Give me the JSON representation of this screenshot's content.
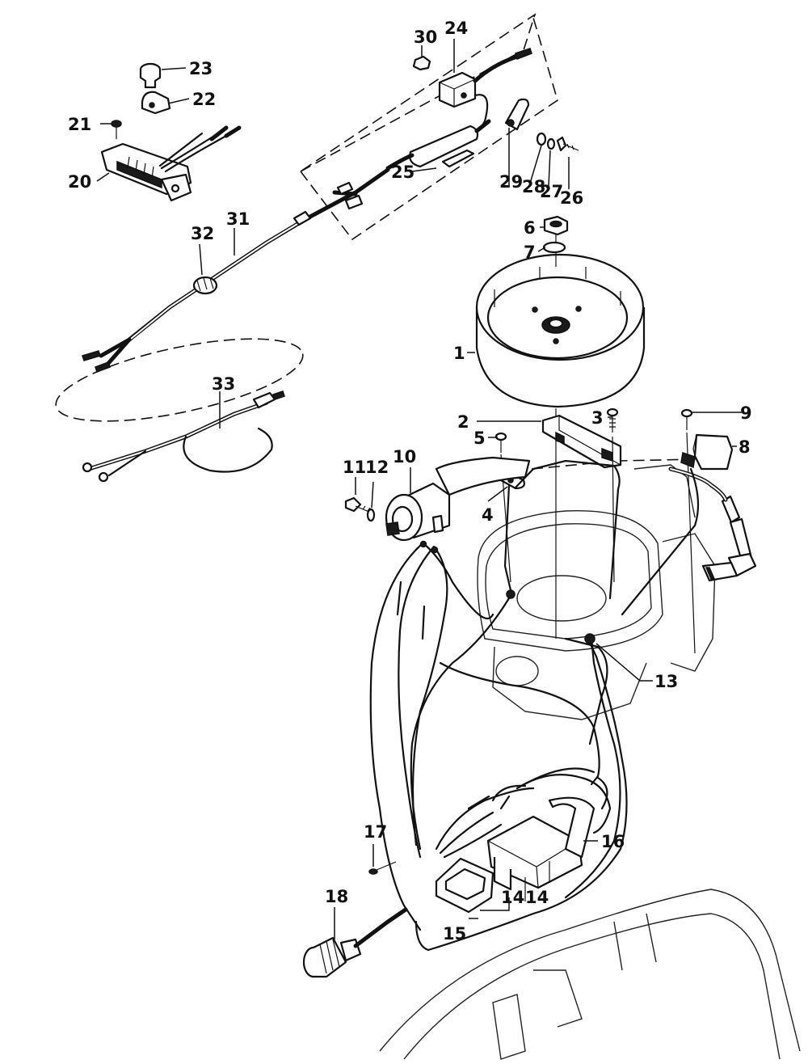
{
  "diagram": {
    "callouts": [
      {
        "number": "1"
      },
      {
        "number": "2"
      },
      {
        "number": "3"
      },
      {
        "number": "4"
      },
      {
        "number": "5"
      },
      {
        "number": "6"
      },
      {
        "number": "7"
      },
      {
        "number": "8"
      },
      {
        "number": "9"
      },
      {
        "number": "10"
      },
      {
        "number": "11"
      },
      {
        "number": "12"
      },
      {
        "number": "13"
      },
      {
        "number": "14"
      },
      {
        "number": "14"
      },
      {
        "number": "15"
      },
      {
        "number": "16"
      },
      {
        "number": "17"
      },
      {
        "number": "18"
      },
      {
        "number": "20"
      },
      {
        "number": "21"
      },
      {
        "number": "22"
      },
      {
        "number": "23"
      },
      {
        "number": "24"
      },
      {
        "number": "25"
      },
      {
        "number": "26"
      },
      {
        "number": "27"
      },
      {
        "number": "28"
      },
      {
        "number": "29"
      },
      {
        "number": "30"
      },
      {
        "number": "31"
      },
      {
        "number": "32"
      },
      {
        "number": "33"
      }
    ]
  }
}
